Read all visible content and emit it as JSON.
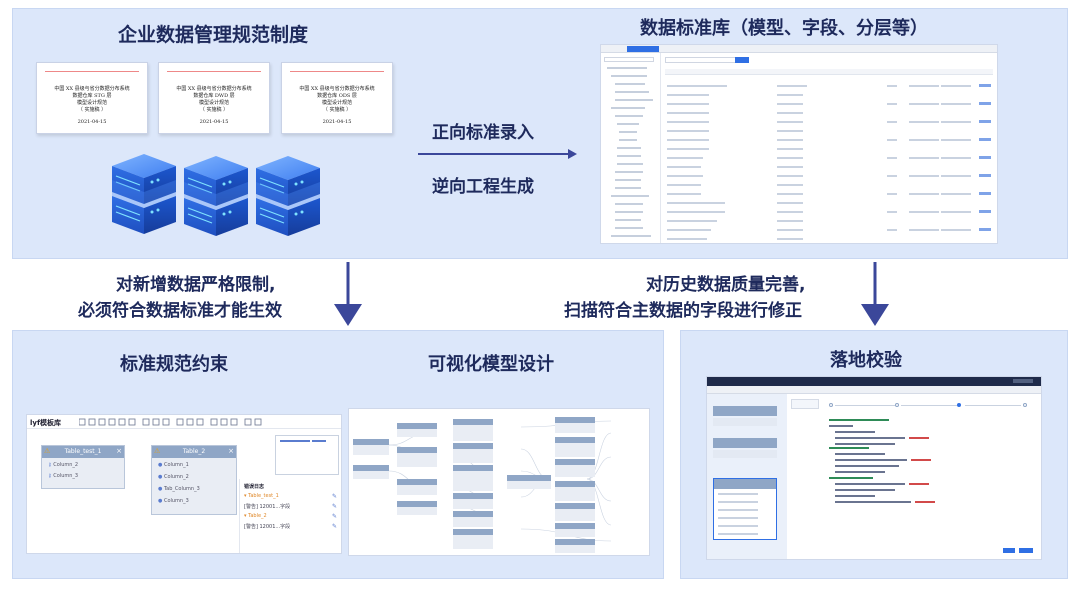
{
  "top_left": {
    "title": "企业数据管理规范制度",
    "docs": [
      {
        "lines": [
          "中国 XX 县级与省分数据分布系统",
          "数据仓库 STG 层",
          "模型设计规范",
          "（ 实施稿 ）"
        ],
        "date": "2021-04-15"
      },
      {
        "lines": [
          "中国 XX 县级与省分数据分布系统",
          "数据仓库 DWD 层",
          "模型设计规范",
          "（ 实施稿 ）"
        ],
        "date": "2021-04-15"
      },
      {
        "lines": [
          "中国 XX 县级与省分数据分布系统",
          "数据仓库 ODS 层",
          "模型设计规范",
          "（ 实施稿 ）"
        ],
        "date": "2021-04-15"
      }
    ]
  },
  "top_middle": {
    "forward": "正向标准录入",
    "reverse": "逆向工程生成"
  },
  "top_right": {
    "title": "数据标准库（模型、字段、分层等）"
  },
  "arrows": {
    "left_note_line1": "对新增数据严格限制,",
    "left_note_line2": "必须符合数据标准才能生效",
    "right_note_line1": "对历史数据质量完善,",
    "right_note_line2": "扫描符合主数据的字段进行修正"
  },
  "bottom_left": {
    "title_left": "标准规范约束",
    "title_right": "可视化模型设计",
    "toolbar_label": "lyf模板库",
    "table1": {
      "name": "Table_test_1",
      "columns": [
        "Column_2",
        "Column_3"
      ]
    },
    "table2": {
      "name": "Table_2",
      "columns": [
        "Column_1",
        "Column_2",
        "Tab_Column_3",
        "Column_3"
      ]
    },
    "check_panel": {
      "title": "错误日志",
      "items": [
        {
          "name": "Table_test_1",
          "tag": "[警告]",
          "msg": "12001...字段"
        },
        {
          "name": "Table_2",
          "tag": "[警告]",
          "msg": "12001...字段"
        }
      ]
    }
  },
  "bottom_right": {
    "title": "落地校验"
  },
  "colors": {
    "panel_bg": "#dce7fa",
    "title_text": "#1e2a5c",
    "arrow": "#3b479a",
    "accent_blue": "#2f6fe4",
    "table_header": "#8fa6c6",
    "warning_orange": "#e08a2c"
  }
}
